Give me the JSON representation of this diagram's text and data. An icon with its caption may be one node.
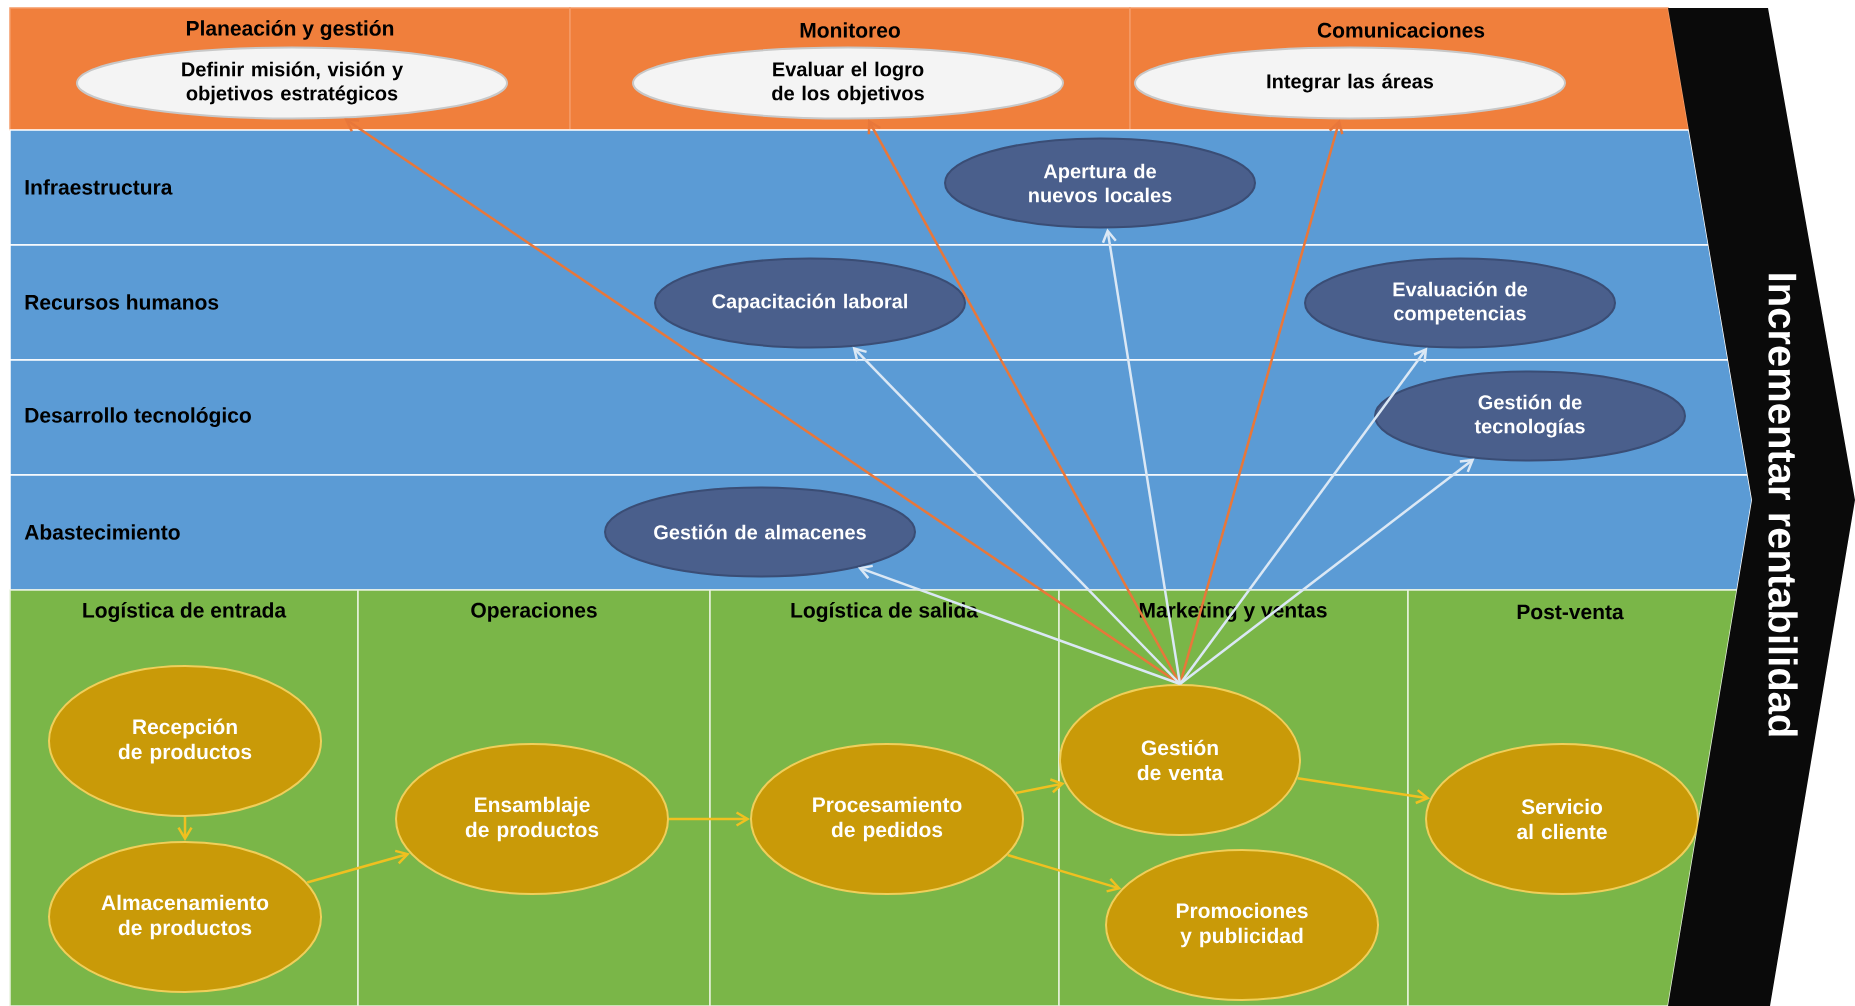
{
  "diagram": {
    "nodes": [
      {
        "text": [
          "Planeación y gestión"
        ]
      },
      {
        "text": [
          "Definir misión, visión y objetivos estratégicos"
        ],
        "in": 0
      },
      {
        "text": [
          "Monitoreo"
        ]
      },
      {
        "text": [
          "Evaluar el logro de los objetivos"
        ],
        "in": 2
      },
      {
        "text": [
          "Comunicaciones"
        ]
      },
      {
        "text": [
          "Integrar las áreas"
        ],
        "in": 4
      },
      {
        "text": [
          "Infraestructura"
        ]
      },
      {
        "text": [
          "Apertura de nuevos locales"
        ],
        "in": 6
      },
      {
        "text": [
          "Recursos humanos"
        ]
      },
      {
        "text": [
          "Capacitación laboral"
        ],
        "in": 8
      },
      {
        "text": [
          "Evaluación de competencias"
        ],
        "in": 8
      },
      {
        "text": [
          "Desarrollo tecnológico"
        ]
      },
      {
        "text": [
          "Gestión de tecnologías"
        ],
        "in": 11
      },
      {
        "text": [
          "Abastecimiento"
        ]
      },
      {
        "text": [
          "Gestión de almacenes"
        ],
        "in": 13
      },
      {
        "text": [
          "Logística de entrada"
        ]
      },
      {
        "text": [
          "Recepción de productos"
        ],
        "in": 15
      },
      {
        "text": [
          "Almacenamiento de productos"
        ],
        "in": 15
      },
      {
        "text": [
          "Operaciones"
        ]
      },
      {
        "text": [
          "Ensamblaje de productos"
        ],
        "in": 18
      },
      {
        "text": [
          "Logística de salida"
        ]
      },
      {
        "text": [
          "Procesamiento de pedidos"
        ],
        "in": 20
      },
      {
        "text": [
          "Marketing y ventas"
        ]
      },
      {
        "text": [
          "Gestión de venta"
        ],
        "in": 22
      },
      {
        "text": [
          "Promociones y publicidad"
        ],
        "in": 22
      },
      {
        "text": [
          "Post-venta"
        ]
      },
      {
        "text": [
          "Servicio al cliente"
        ],
        "in": 25
      },
      {
        "text": [
          "Incrementar rentabilidad"
        ]
      }
    ],
    "edges": [
      {
        "from": 16,
        "to": 17,
        "arrow": "to"
      },
      {
        "from": 17,
        "to": 19,
        "arrow": "to"
      },
      {
        "from": 19,
        "to": 21,
        "arrow": "to"
      },
      {
        "from": 21,
        "to": 23,
        "arrow": "to"
      },
      {
        "from": 21,
        "to": 24,
        "arrow": "to"
      },
      {
        "from": 23,
        "to": 26,
        "arrow": "to"
      },
      {
        "from": 23,
        "to": 1,
        "arrow": "to",
        "color": "#e8773a"
      },
      {
        "from": 23,
        "to": 3,
        "arrow": "to",
        "color": "#e8773a"
      },
      {
        "from": 23,
        "to": 5,
        "arrow": "to",
        "color": "#e8773a"
      },
      {
        "from": 23,
        "to": 7,
        "arrow": "to",
        "color": "#dbe8f5"
      },
      {
        "from": 23,
        "to": 9,
        "arrow": "to",
        "color": "#dbe8f5"
      },
      {
        "from": 23,
        "to": 10,
        "arrow": "to",
        "color": "#dbe8f5"
      },
      {
        "from": 23,
        "to": 12,
        "arrow": "to",
        "color": "#dbe8f5"
      },
      {
        "from": 23,
        "to": 14,
        "arrow": "to",
        "color": "#dbe8f5"
      }
    ]
  }
}
